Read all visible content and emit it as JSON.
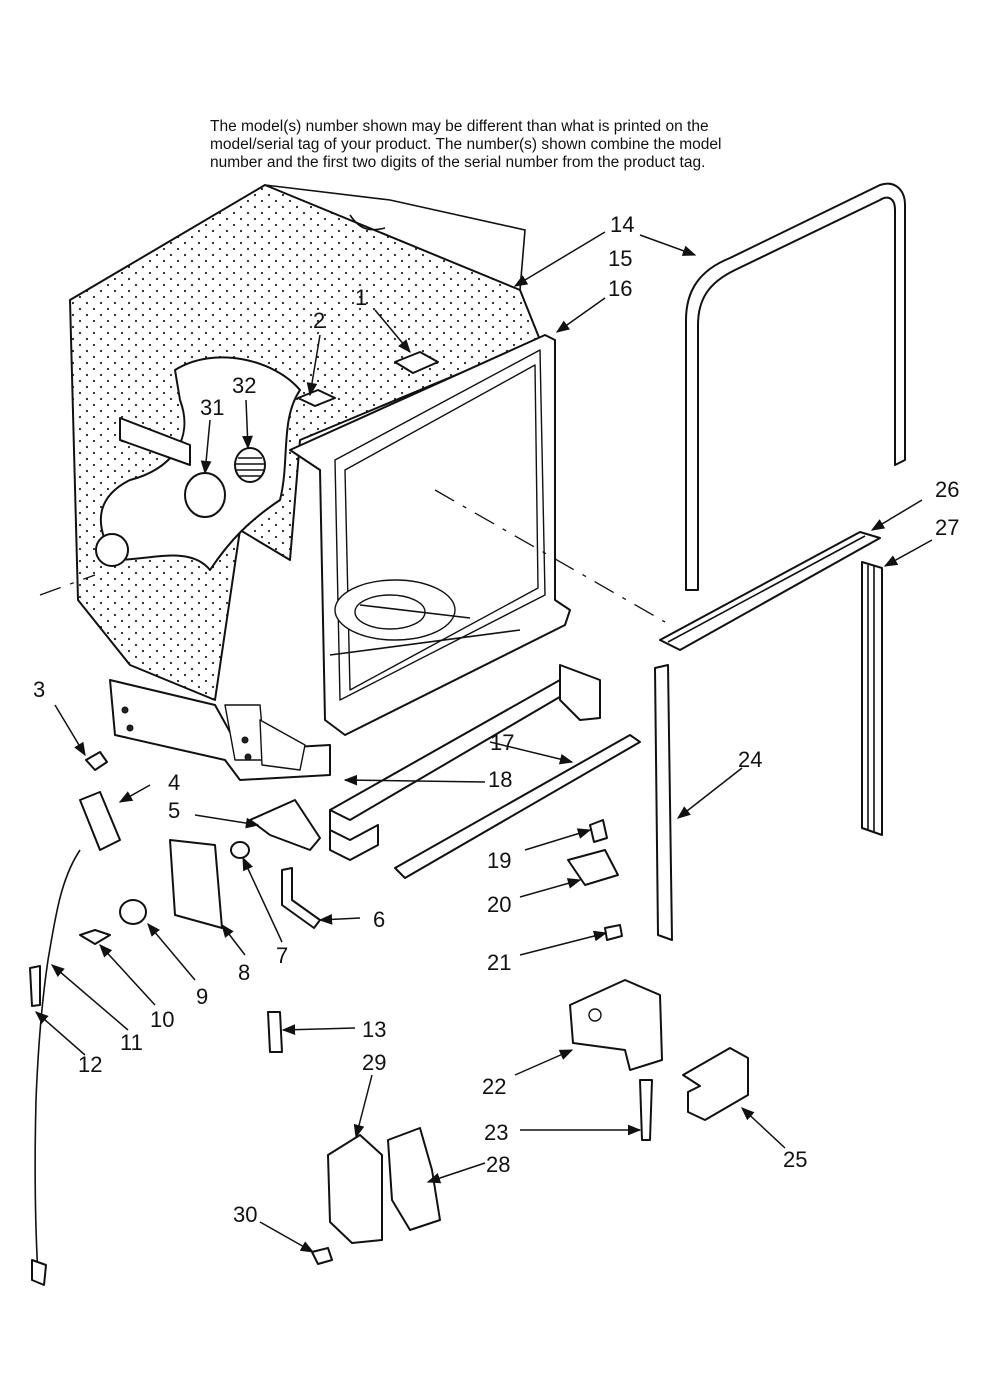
{
  "note": "The model(s) number shown may be different than what is printed on the\nmodel/serial tag of your product. The number(s) shown combine the model\nnumber and the first two digits of the serial number from the product tag.",
  "callouts": {
    "c1": "1",
    "c2": "2",
    "c3": "3",
    "c4": "4",
    "c5": "5",
    "c6": "6",
    "c7": "7",
    "c8": "8",
    "c9": "9",
    "c10": "10",
    "c11": "11",
    "c12": "12",
    "c13": "13",
    "c14": "14",
    "c15": "15",
    "c16": "16",
    "c17": "17",
    "c18": "18",
    "c19": "19",
    "c20": "20",
    "c21": "21",
    "c22": "22",
    "c23": "23",
    "c24": "24",
    "c25": "25",
    "c26": "26",
    "c27": "27",
    "c28": "28",
    "c29": "29",
    "c30": "30",
    "c31": "31",
    "c32": "32"
  }
}
